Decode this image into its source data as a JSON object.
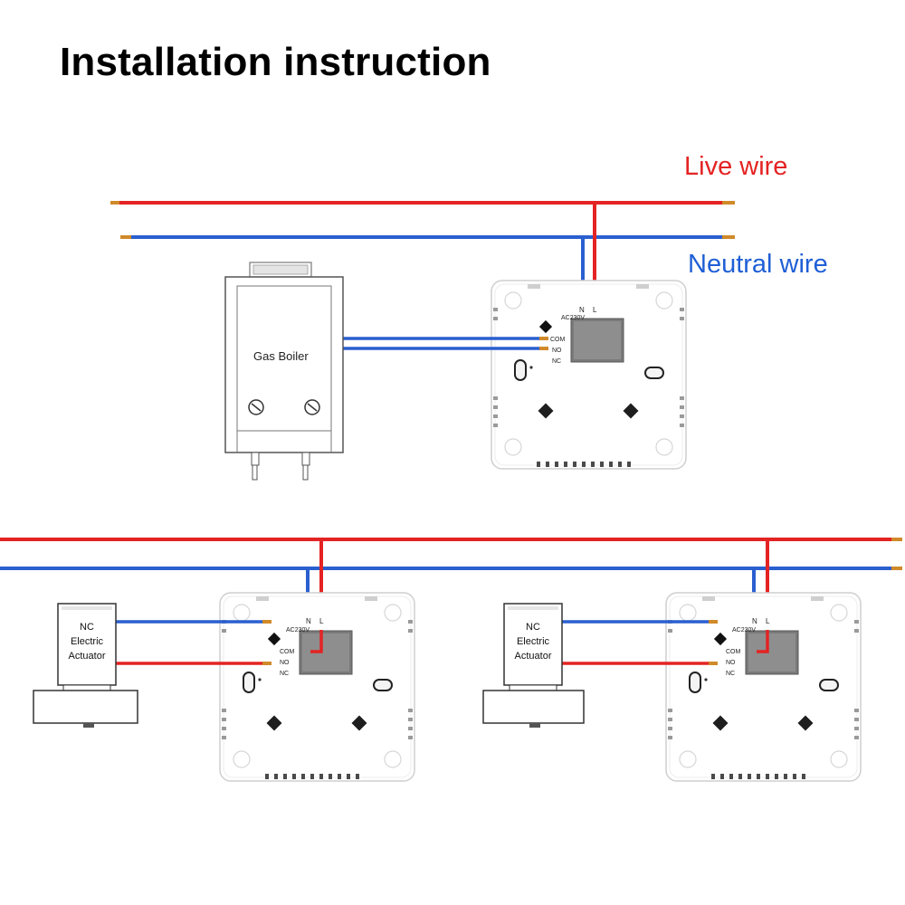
{
  "title": "Installation instruction",
  "wires": {
    "live_label": "Live wire",
    "neutral_label": "Neutral wire",
    "live_color": "#e42323",
    "neutral_color": "#2a5fd0",
    "tip_color": "#d08a2a"
  },
  "terminals": {
    "n": "N",
    "l": "L",
    "voltage": "AC230V",
    "com": "COM",
    "no": "NO",
    "nc": "NC"
  },
  "boiler": {
    "label": "Gas Boiler"
  },
  "actuator": {
    "line1": "NC",
    "line2": "Electric",
    "line3": "Actuator"
  }
}
